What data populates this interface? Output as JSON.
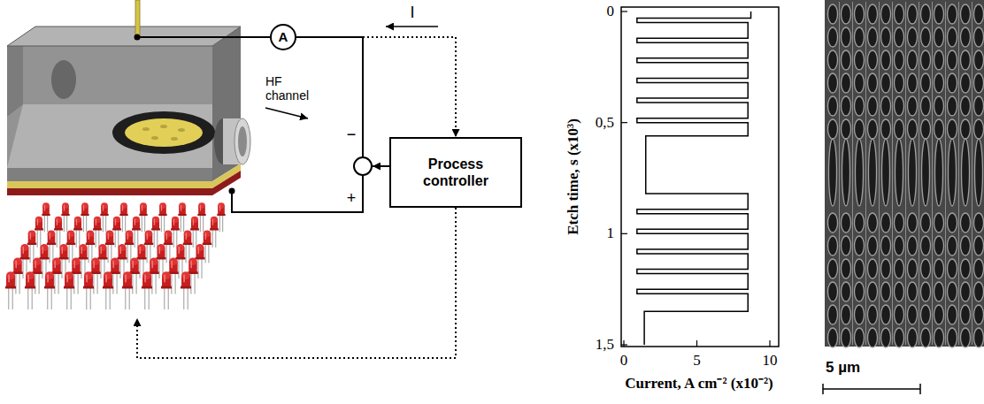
{
  "diagram": {
    "nodes": [
      {
        "text": [
          "A"
        ]
      },
      {
        "text": [
          "Process controller"
        ]
      }
    ],
    "edges": [
      {
        "from": 0,
        "to": 1,
        "arrow": "to"
      }
    ],
    "labels": [
      "I",
      "HF channel",
      "−",
      "+",
      "0",
      "0,5",
      "1",
      "1,5",
      "Etch time, s (x10³)",
      "0",
      "5",
      "10",
      "Current, A cm⁻² (x10⁻²)",
      "5 µm"
    ]
  }
}
